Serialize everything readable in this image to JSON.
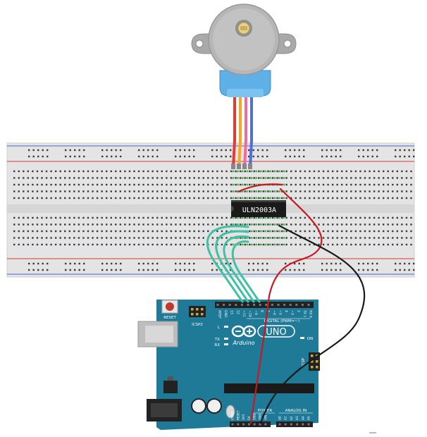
{
  "ic": {
    "label": "ULN2003A"
  },
  "arduino": {
    "logo_text": "Arduino",
    "model": "UNO",
    "reset_label": "RESET",
    "icsp2_label": "ICSP2",
    "icsp_label": "ICSP",
    "digital_label": "DIGITAL (PWM=~)",
    "power_label": "POWER",
    "analog_label": "ANALOG IN",
    "led_l": "L",
    "led_tx": "TX",
    "led_rx": "RX",
    "on_label": "ON",
    "digital_pins": [
      "AREF",
      "GND",
      "13",
      "12",
      "~11",
      "~10",
      "~9",
      "8",
      "7",
      "~6",
      "~5",
      "4",
      "~3",
      "2",
      "TX 1",
      "RX 0"
    ],
    "power_pins": [
      "IOREF",
      "RESET",
      "3V3",
      "5V",
      "GND",
      "GND",
      "VIN"
    ],
    "analog_pins": [
      "A0",
      "A1",
      "A2",
      "A3",
      "A4",
      "A5"
    ]
  },
  "colors": {
    "board": "#1f7a98",
    "breadboard": "#e6e6e6",
    "rail_red": "#d33a3a",
    "rail_blue": "#4a63c8",
    "wire_teal": "#3fc1a5",
    "wire_red": "#c7191f",
    "wire_black": "#1a1a1a",
    "motor_body": "#b3b3b3",
    "motor_base": "#5fb0e6",
    "ic_body": "#1a1a1a"
  },
  "motor_wires": [
    "#e53935",
    "#f5a623",
    "#f06b9a",
    "#4e6fdb"
  ]
}
